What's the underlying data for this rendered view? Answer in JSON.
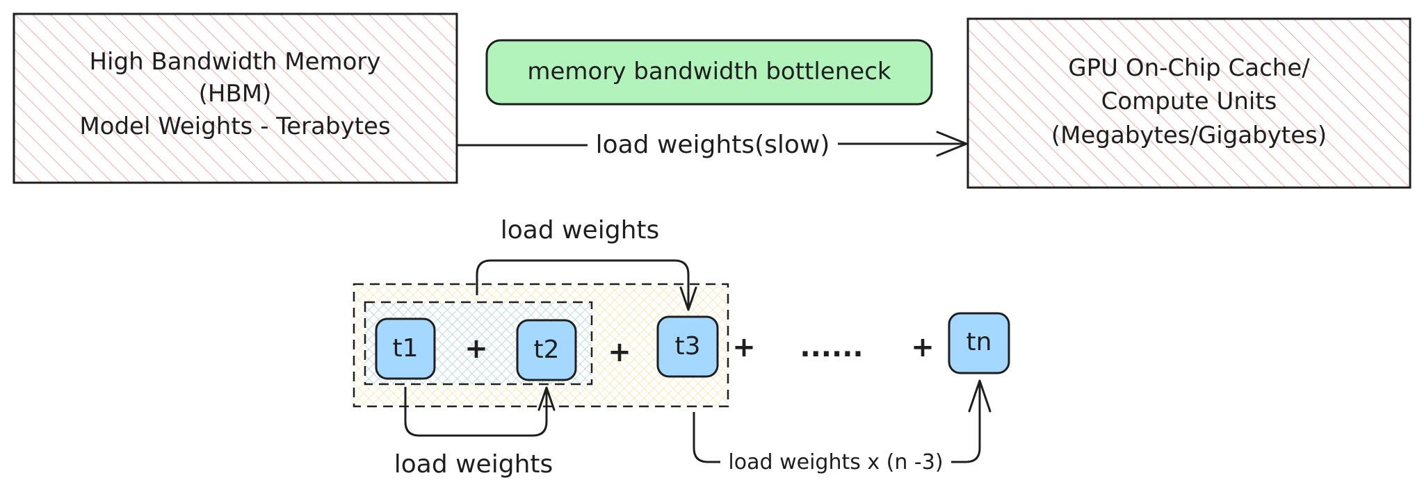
{
  "nodes": {
    "hbm": {
      "lines": [
        "High Bandwidth Memory",
        "(HBM)",
        "Model Weights - Terabytes"
      ]
    },
    "bottleneck": {
      "label": "memory bandwidth bottleneck"
    },
    "gpu": {
      "lines": [
        "GPU On-Chip Cache/",
        "Compute Units",
        "(Megabytes/Gigabytes)"
      ]
    },
    "tokens": [
      "t1",
      "t2",
      "t3",
      "tn"
    ],
    "operators": [
      "+",
      "+",
      "+",
      "......",
      "+"
    ]
  },
  "edges": {
    "hbm_to_gpu": "load weights(slow)",
    "top_loop": "load weights",
    "bottom_loop": "load weights",
    "t3_to_tn": "load weights x (n -3)"
  },
  "colors": {
    "stroke": "#1e1e1e",
    "hatch_red": "#f4a8a8",
    "pill_fill": "#b2f2bb",
    "token_fill": "#a5d8ff",
    "hatch_yellow": "#f7e7a6",
    "hatch_blue": "#9fd3f0"
  }
}
